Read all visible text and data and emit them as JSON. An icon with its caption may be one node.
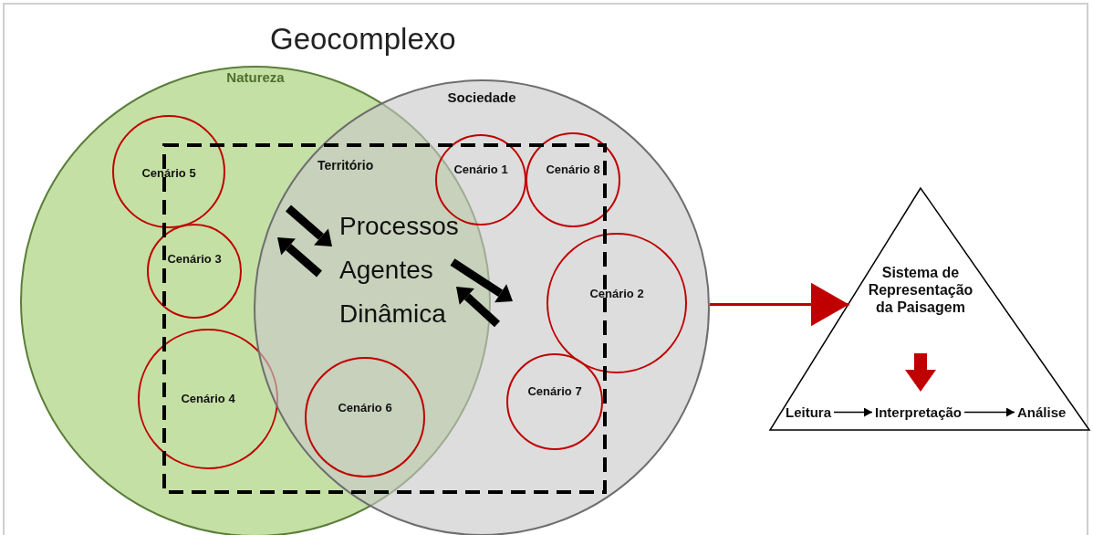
{
  "diagram": {
    "title": "Geocomplexo",
    "nodes": [
      {
        "text": [
          "Natureza"
        ]
      },
      {
        "text": [
          "Sociedade"
        ]
      },
      {
        "text": [
          "Território"
        ]
      },
      {
        "text": [
          "Cenário 5"
        ],
        "in": 0
      },
      {
        "text": [
          "Cenário 3"
        ],
        "in": 0
      },
      {
        "text": [
          "Cenário 4"
        ],
        "in": 0
      },
      {
        "text": [
          "Cenário 6"
        ]
      },
      {
        "text": [
          "Cenário 1"
        ],
        "in": 1
      },
      {
        "text": [
          "Cenário 8"
        ],
        "in": 1
      },
      {
        "text": [
          "Cenário 2"
        ],
        "in": 1
      },
      {
        "text": [
          "Cenário 7"
        ]
      },
      {
        "text": [
          "Sistema de Representação da Paisagem"
        ]
      },
      {
        "text": [
          "Leitura"
        ],
        "in": 11
      },
      {
        "text": [
          "Interpretação"
        ],
        "in": 11
      },
      {
        "text": [
          "Análise"
        ],
        "in": 11
      }
    ],
    "edges": [
      {
        "from": 1,
        "to": 11,
        "arrow": "to",
        "color": "#c00000"
      },
      {
        "from": 12,
        "to": 13,
        "arrow": "to"
      },
      {
        "from": 13,
        "to": 14,
        "arrow": "to"
      }
    ],
    "labels": [
      "Processos",
      "Agentes",
      "Dinâmica"
    ]
  }
}
